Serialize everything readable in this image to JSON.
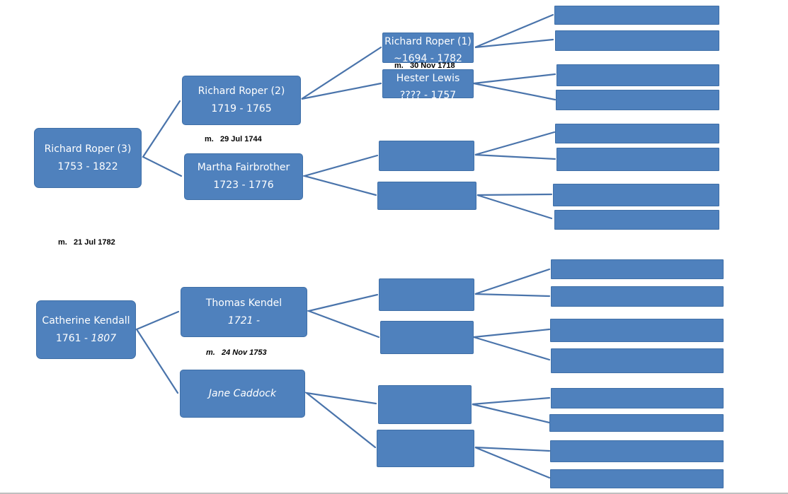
{
  "colors": {
    "box_fill": "#4f81bd",
    "box_border": "#3f6fa7",
    "connector": "#4a74ab",
    "text": "#ffffff"
  },
  "people": {
    "richard_roper_3": {
      "name": "Richard Roper (3)",
      "dates": "1753 - 1822"
    },
    "catherine_kendall": {
      "name": "Catherine Kendall",
      "dates_birth": "1761 - ",
      "dates_death": "1807"
    },
    "richard_roper_2": {
      "name": "Richard Roper (2)",
      "dates": "1719 - 1765"
    },
    "martha_fairbrother": {
      "name": "Martha Fairbrother",
      "dates": "1723 - 1776"
    },
    "thomas_kendel": {
      "name": "Thomas Kendel",
      "dates": "1721 -"
    },
    "jane_caddock": {
      "name": "Jane Caddock"
    },
    "richard_roper_1": {
      "name": "Richard Roper (1)",
      "dates": "~1694 - 1782"
    },
    "hester_lewis": {
      "name": "Hester Lewis",
      "dates": "???? - 1757"
    }
  },
  "marriages": {
    "roper3_kendall": "m.   21 Jul 1782",
    "roper2_fairbrother": "m.   29 Jul 1744",
    "kendel_caddock": "m.   24 Nov 1753",
    "roper1_lewis": "m.   30 Nov 1718"
  }
}
